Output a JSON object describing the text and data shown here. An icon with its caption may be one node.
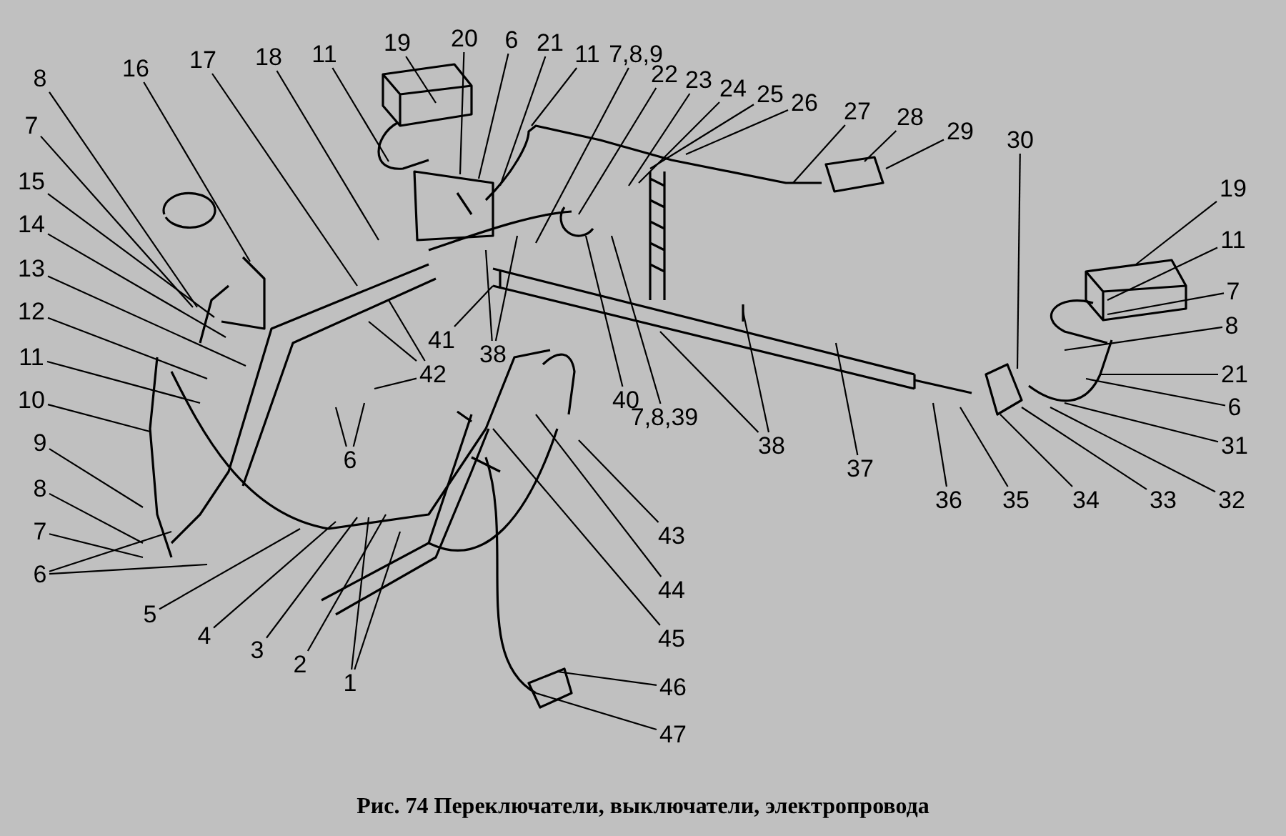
{
  "diagram": {
    "caption": "Рис. 74  Переключатели, выключатели, электропровода",
    "nodes": [
      {
        "text": [
          "8"
        ]
      },
      {
        "text": [
          "16"
        ]
      },
      {
        "text": [
          "17"
        ]
      },
      {
        "text": [
          "18"
        ]
      },
      {
        "text": [
          "11"
        ]
      },
      {
        "text": [
          "19"
        ]
      },
      {
        "text": [
          "20"
        ]
      },
      {
        "text": [
          "6"
        ]
      },
      {
        "text": [
          "21"
        ]
      },
      {
        "text": [
          "11"
        ]
      },
      {
        "text": [
          "7,8,9"
        ]
      },
      {
        "text": [
          "22"
        ]
      },
      {
        "text": [
          "23"
        ]
      },
      {
        "text": [
          "24"
        ]
      },
      {
        "text": [
          "25"
        ]
      },
      {
        "text": [
          "26"
        ]
      },
      {
        "text": [
          "27"
        ]
      },
      {
        "text": [
          "28"
        ]
      },
      {
        "text": [
          "29"
        ]
      },
      {
        "text": [
          "30"
        ]
      },
      {
        "text": [
          "7"
        ]
      },
      {
        "text": [
          "15"
        ]
      },
      {
        "text": [
          "14"
        ]
      },
      {
        "text": [
          "13"
        ]
      },
      {
        "text": [
          "12"
        ]
      },
      {
        "text": [
          "11"
        ]
      },
      {
        "text": [
          "10"
        ]
      },
      {
        "text": [
          "9"
        ]
      },
      {
        "text": [
          "8"
        ]
      },
      {
        "text": [
          "7"
        ]
      },
      {
        "text": [
          "6"
        ]
      },
      {
        "text": [
          "5"
        ]
      },
      {
        "text": [
          "4"
        ]
      },
      {
        "text": [
          "3"
        ]
      },
      {
        "text": [
          "2"
        ]
      },
      {
        "text": [
          "1"
        ]
      },
      {
        "text": [
          "41"
        ]
      },
      {
        "text": [
          "42"
        ]
      },
      {
        "text": [
          "38"
        ]
      },
      {
        "text": [
          "6"
        ]
      },
      {
        "text": [
          "40"
        ]
      },
      {
        "text": [
          "7,8,39"
        ]
      },
      {
        "text": [
          "38"
        ]
      },
      {
        "text": [
          "37"
        ]
      },
      {
        "text": [
          "36"
        ]
      },
      {
        "text": [
          "35"
        ]
      },
      {
        "text": [
          "34"
        ]
      },
      {
        "text": [
          "33"
        ]
      },
      {
        "text": [
          "32"
        ]
      },
      {
        "text": [
          "31"
        ]
      },
      {
        "text": [
          "6"
        ]
      },
      {
        "text": [
          "21"
        ]
      },
      {
        "text": [
          "8"
        ]
      },
      {
        "text": [
          "7"
        ]
      },
      {
        "text": [
          "11"
        ]
      },
      {
        "text": [
          "19"
        ]
      },
      {
        "text": [
          "43"
        ]
      },
      {
        "text": [
          "44"
        ]
      },
      {
        "text": [
          "45"
        ]
      },
      {
        "text": [
          "46"
        ]
      },
      {
        "text": [
          "47"
        ]
      }
    ],
    "edges": [
      {
        "from": 0,
        "to": null,
        "arrow": "none"
      },
      {
        "from": 1,
        "to": null,
        "arrow": "none"
      },
      {
        "from": 2,
        "to": null,
        "arrow": "none"
      },
      {
        "from": 3,
        "to": null,
        "arrow": "none"
      },
      {
        "from": 4,
        "to": null,
        "arrow": "none"
      },
      {
        "from": 5,
        "to": null,
        "arrow": "none"
      },
      {
        "from": 6,
        "to": null,
        "arrow": "none"
      },
      {
        "from": 7,
        "to": null,
        "arrow": "none"
      },
      {
        "from": 8,
        "to": null,
        "arrow": "none"
      },
      {
        "from": 9,
        "to": null,
        "arrow": "none"
      },
      {
        "from": 10,
        "to": null,
        "arrow": "none"
      },
      {
        "from": 11,
        "to": null,
        "arrow": "none"
      },
      {
        "from": 12,
        "to": null,
        "arrow": "none"
      },
      {
        "from": 13,
        "to": null,
        "arrow": "none"
      },
      {
        "from": 14,
        "to": null,
        "arrow": "none"
      },
      {
        "from": 15,
        "to": null,
        "arrow": "none"
      },
      {
        "from": 16,
        "to": null,
        "arrow": "none"
      },
      {
        "from": 17,
        "to": null,
        "arrow": "none"
      },
      {
        "from": 18,
        "to": null,
        "arrow": "none"
      },
      {
        "from": 19,
        "to": null,
        "arrow": "none"
      },
      {
        "from": 20,
        "to": null,
        "arrow": "none"
      },
      {
        "from": 21,
        "to": null,
        "arrow": "none"
      },
      {
        "from": 22,
        "to": null,
        "arrow": "none"
      },
      {
        "from": 23,
        "to": null,
        "arrow": "none"
      },
      {
        "from": 24,
        "to": null,
        "arrow": "none"
      },
      {
        "from": 25,
        "to": null,
        "arrow": "none"
      },
      {
        "from": 26,
        "to": null,
        "arrow": "none"
      },
      {
        "from": 27,
        "to": null,
        "arrow": "none"
      },
      {
        "from": 28,
        "to": null,
        "arrow": "none"
      },
      {
        "from": 29,
        "to": null,
        "arrow": "none"
      },
      {
        "from": 30,
        "to": null,
        "arrow": "none"
      },
      {
        "from": 30,
        "to": null,
        "arrow": "none"
      },
      {
        "from": 31,
        "to": null,
        "arrow": "none"
      },
      {
        "from": 32,
        "to": null,
        "arrow": "none"
      },
      {
        "from": 33,
        "to": null,
        "arrow": "none"
      },
      {
        "from": 34,
        "to": null,
        "arrow": "none"
      },
      {
        "from": 35,
        "to": null,
        "arrow": "none"
      },
      {
        "from": 35,
        "to": null,
        "arrow": "none"
      },
      {
        "from": 36,
        "to": null,
        "arrow": "none"
      },
      {
        "from": 37,
        "to": null,
        "arrow": "none"
      },
      {
        "from": 37,
        "to": null,
        "arrow": "none"
      },
      {
        "from": 37,
        "to": null,
        "arrow": "none"
      },
      {
        "from": 38,
        "to": null,
        "arrow": "none"
      },
      {
        "from": 38,
        "to": null,
        "arrow": "none"
      },
      {
        "from": 39,
        "to": null,
        "arrow": "none"
      },
      {
        "from": 39,
        "to": null,
        "arrow": "none"
      },
      {
        "from": 40,
        "to": null,
        "arrow": "none"
      },
      {
        "from": 41,
        "to": null,
        "arrow": "none"
      },
      {
        "from": 42,
        "to": null,
        "arrow": "none"
      },
      {
        "from": 42,
        "to": null,
        "arrow": "none"
      },
      {
        "from": 43,
        "to": null,
        "arrow": "none"
      },
      {
        "from": 44,
        "to": null,
        "arrow": "none"
      },
      {
        "from": 45,
        "to": null,
        "arrow": "none"
      },
      {
        "from": 46,
        "to": null,
        "arrow": "none"
      },
      {
        "from": 47,
        "to": null,
        "arrow": "none"
      },
      {
        "from": 48,
        "to": null,
        "arrow": "none"
      },
      {
        "from": 49,
        "to": null,
        "arrow": "none"
      },
      {
        "from": 50,
        "to": null,
        "arrow": "none"
      },
      {
        "from": 51,
        "to": null,
        "arrow": "none"
      },
      {
        "from": 52,
        "to": null,
        "arrow": "none"
      },
      {
        "from": 53,
        "to": null,
        "arrow": "none"
      },
      {
        "from": 54,
        "to": null,
        "arrow": "none"
      },
      {
        "from": 55,
        "to": null,
        "arrow": "none"
      },
      {
        "from": 56,
        "to": null,
        "arrow": "none"
      },
      {
        "from": 57,
        "to": null,
        "arrow": "none"
      },
      {
        "from": 58,
        "to": null,
        "arrow": "none"
      },
      {
        "from": 59,
        "to": null,
        "arrow": "none"
      },
      {
        "from": 60,
        "to": null,
        "arrow": "none"
      }
    ]
  }
}
